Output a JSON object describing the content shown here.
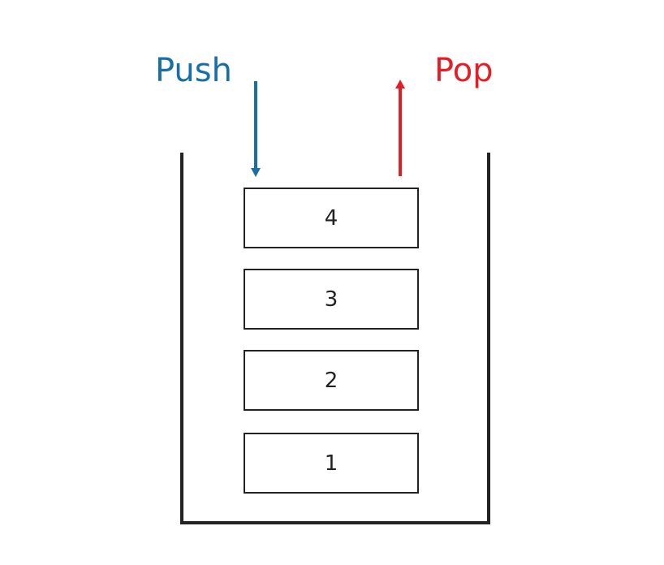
{
  "labels": {
    "push": "Push",
    "pop": "Pop"
  },
  "colors": {
    "push": "#1a6ea8",
    "pop": "#e31e24",
    "stroke": "#222222"
  },
  "stack": {
    "items": [
      "4",
      "3",
      "2",
      "1"
    ]
  }
}
